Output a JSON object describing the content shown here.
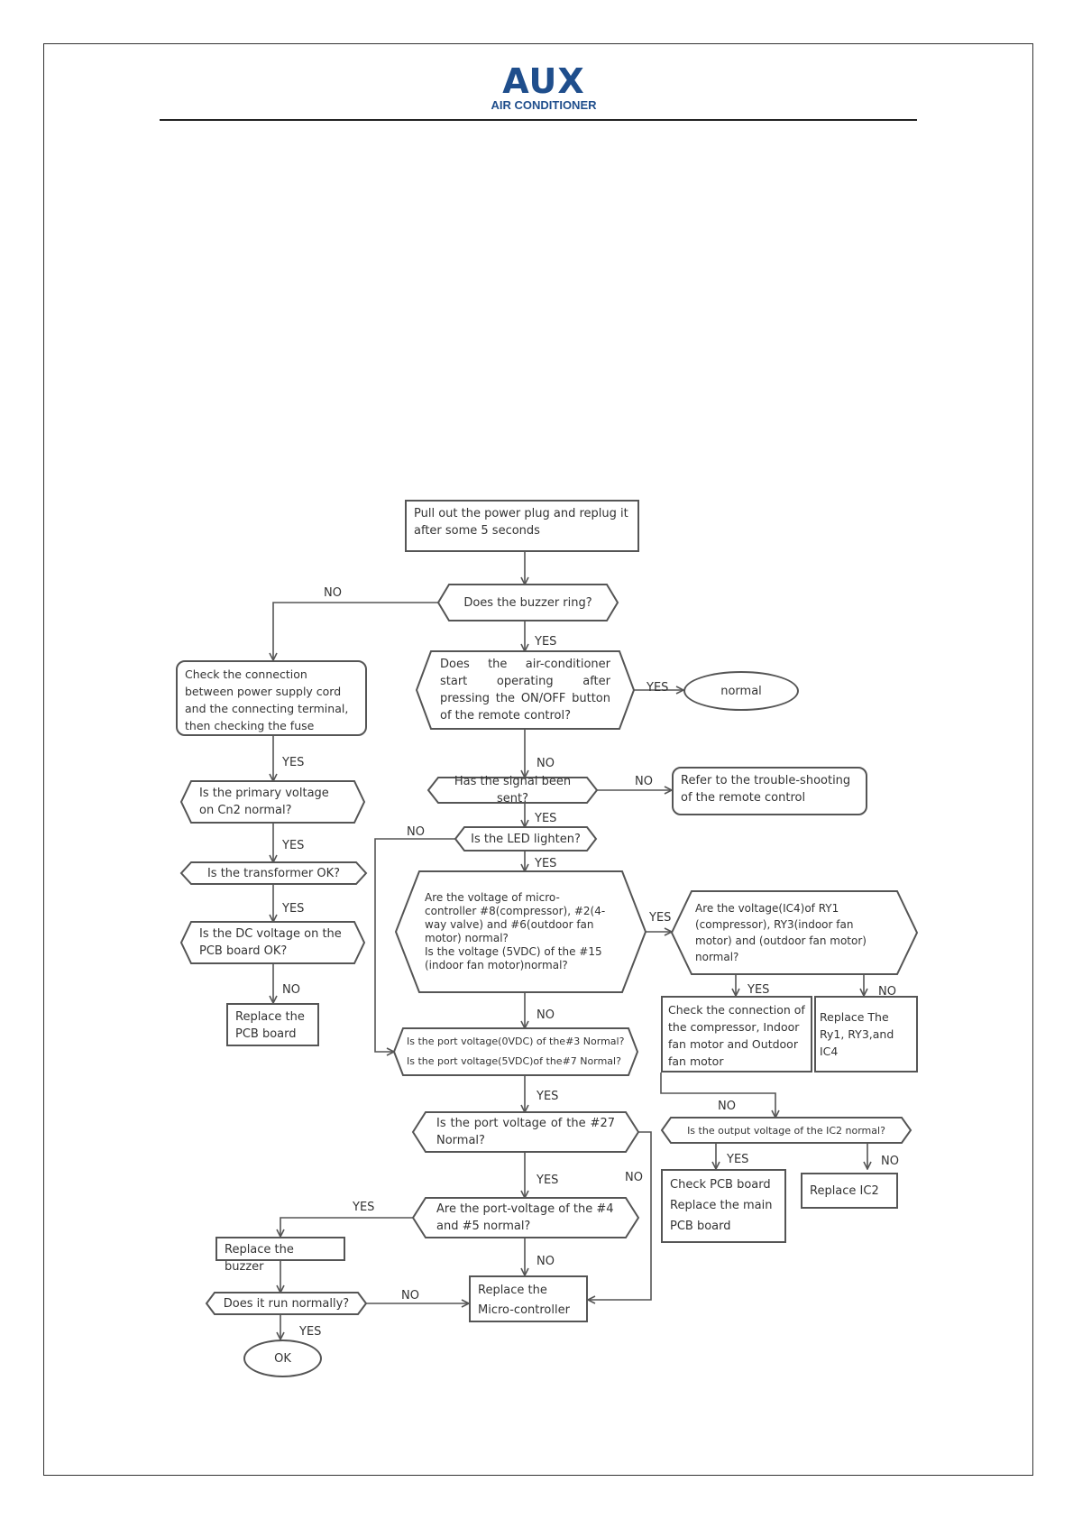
{
  "header": {
    "logo_text": "AUX",
    "logo_subtitle": "AIR CONDITIONER"
  },
  "flowchart": {
    "nodes": {
      "start": "Pull out the power plug and replug it after some 5 seconds",
      "buzzer": "Does the buzzer ring?",
      "start_operating": "Does the air-conditioner start operating after pressing the ON/OFF button of the remote control?",
      "normal": "normal",
      "check_connection": "Check the connection between power supply cord and the connecting terminal, then checking the fuse",
      "primary_voltage": "Is the primary voltage on Cn2 normal?",
      "transformer": "Is the transformer OK?",
      "dc_voltage": "Is the DC voltage on the PCB board OK?",
      "replace_pcb": "Replace the PCB board",
      "signal_sent": "Has the signal been sent?",
      "refer_remote": "Refer to the trouble-shooting of the remote control",
      "led": "Is the LED lighten?",
      "micro_voltage": "Are the voltage of micro-controller #8(compressor), #2(4-way valve) and #6(outdoor fan motor) normal?\nIs the voltage (5VDC) of the #15 (indoor fan motor)normal?",
      "ic4_voltage": "Are the voltage(IC4)of RY1 (compressor), RY3(indoor fan motor) and (outdoor fan motor) normal?",
      "check_compressor": "Check the connection of the compressor, Indoor fan motor and Outdoor fan motor",
      "replace_ry": "Replace The Ry1, RY3,and IC4",
      "port_voltage_line1": "Is the port voltage(0VDC) of the#3 Normal?",
      "port_voltage_line2": "Is the port voltage(5VDC)of the#7 Normal?",
      "ic2_output": "Is the output voltage of the IC2 normal?",
      "check_pcb_line1": "Check PCB board",
      "check_pcb_line2": "Replace the main",
      "check_pcb_line3": "PCB board",
      "replace_ic2": "Replace IC2",
      "port27": "Is the port voltage of the #27 Normal?",
      "port4_5": "Are the port-voltage of the #4 and #5 normal?",
      "replace_buzzer": "Replace the buzzer",
      "run_normally": "Does it run normally?",
      "replace_micro": "Replace the Micro-controller",
      "ok": "OK"
    },
    "labels": {
      "yes": "YES",
      "no": "NO"
    }
  }
}
